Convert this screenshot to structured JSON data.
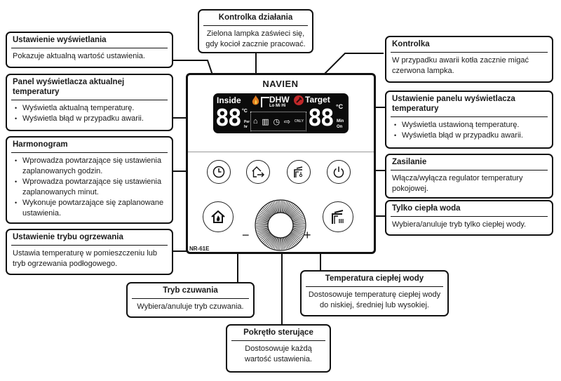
{
  "device": {
    "brand": "NAVIEN",
    "model": "NR-61E",
    "lcd": {
      "inside_label": "Inside",
      "target_label": "Target",
      "dhw_label": "DHW",
      "dhw_levels": "Lo Mi Hi",
      "left_digits": "88",
      "right_digits": "88",
      "left_unit_top": "Per",
      "left_unit_bottom": "hr",
      "right_unit_top": "Min",
      "right_unit_bottom": "On",
      "degree": "°C",
      "only_label": "ONLY"
    },
    "minus": "−",
    "plus": "+",
    "icons": {
      "operation_lamp": "flame-icon",
      "fault_lamp": "wrench-icon",
      "schedule_button": "clock-icon",
      "away_button": "house-arrow-icon",
      "dhw_temp_button": "faucet-thermometer-icon",
      "power_button": "power-icon",
      "heating_mode_button": "house-flame-icon",
      "hot_water_only_button": "faucet-icon",
      "dial": "control-dial"
    },
    "colors": {
      "lamp_red": "#c0282a",
      "lamp_orange": "#e07a1e",
      "lcd_bg": "#0b0b0b"
    }
  },
  "callouts": {
    "display_setting": {
      "title": "Ustawienie wyświetlania",
      "body": "Pokazuje aktualną wartość ustawienia."
    },
    "current_temp_panel": {
      "title": "Panel wyświetlacza aktualnej temperatury",
      "items": [
        "Wyświetla aktualną temperaturę.",
        "Wyświetla błąd w przypadku awarii."
      ]
    },
    "schedule": {
      "title": "Harmonogram",
      "items": [
        "Wprowadza powtarzające się ustawienia zaplanowanych godzin.",
        "Wprowadza powtarzające się ustawienia zaplanowanych minut.",
        "Wykonuje powtarzające się zaplanowane ustawienia."
      ]
    },
    "heating_mode": {
      "title": "Ustawienie trybu ogrzewania",
      "body": "Ustawia temperaturę w pomieszczeniu lub tryb ogrzewania podłogowego."
    },
    "operation_lamp": {
      "title": "Kontrolka działania",
      "body": "Zielona lampka zaświeci się, gdy kocioł zacznie pracować."
    },
    "fault_lamp": {
      "title": "Kontrolka",
      "body": "W przypadku awarii kotła zacznie migać czerwona lampka."
    },
    "target_temp_panel": {
      "title": "Ustawienie panelu wyświetlacza temperatury",
      "items": [
        "Wyświetla ustawioną temperaturę.",
        "Wyświetla błąd w przypadku awarii."
      ]
    },
    "power": {
      "title": "Zasilanie",
      "body": "Włącza/wyłącza regulator temperatury pokojowej."
    },
    "hot_water_only": {
      "title": "Tylko ciepła woda",
      "body": "Wybiera/anuluje tryb tylko ciepłej wody."
    },
    "standby_mode": {
      "title": "Tryb czuwania",
      "body": "Wybiera/anuluje tryb czuwania."
    },
    "dhw_temperature": {
      "title": "Temperatura ciepłej wody",
      "body": "Dostosowuje temperaturę ciepłej wody do niskiej, średniej lub wysokiej."
    },
    "control_dial": {
      "title": "Pokrętło sterujące",
      "body": "Dostosowuje każdą wartość ustawienia."
    }
  }
}
